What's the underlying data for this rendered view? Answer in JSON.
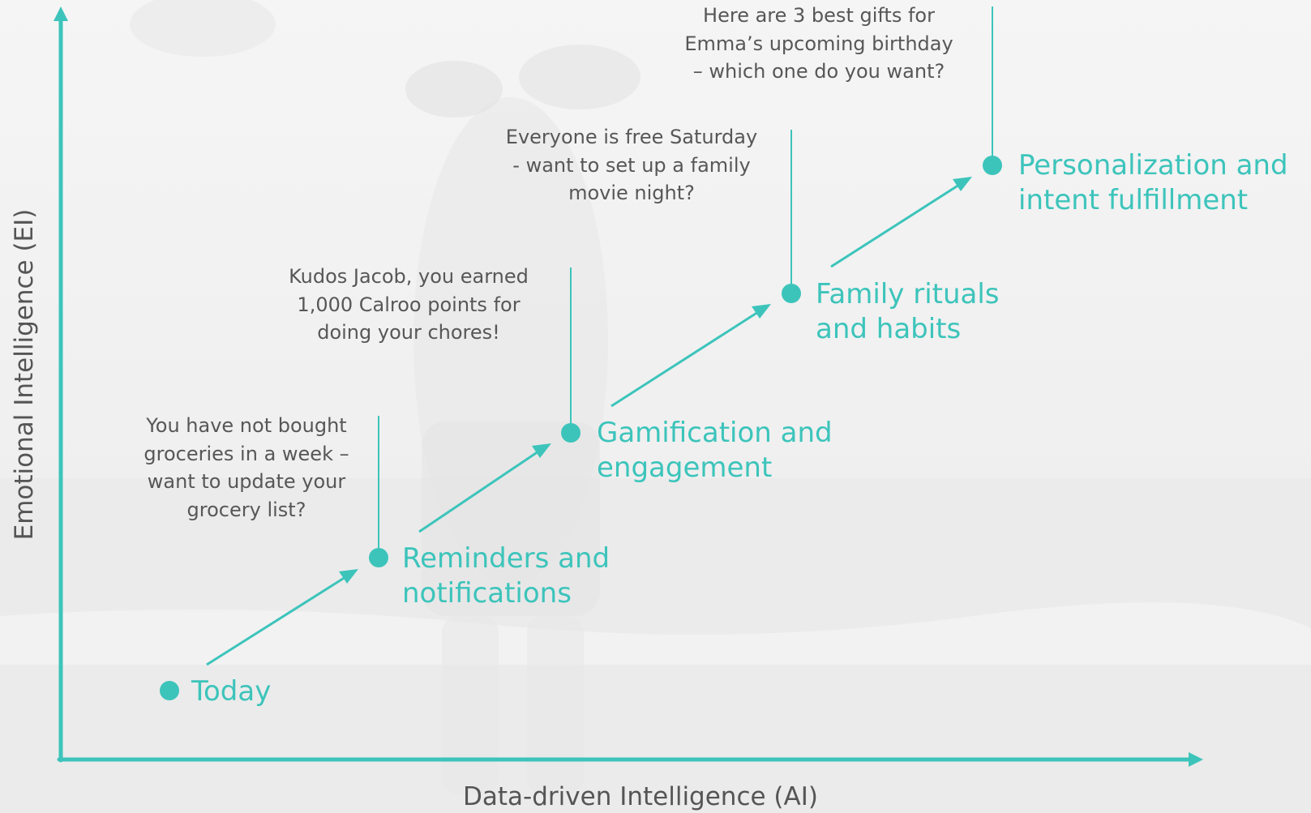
{
  "colors": {
    "accent": "#3cc4bb",
    "text": "#575757",
    "background": "#f2f2f2"
  },
  "axes": {
    "y_title": "Emotional Intelligence (EI)",
    "x_title": "Data-driven Intelligence (AI)"
  },
  "stages": [
    {
      "label": "Today"
    },
    {
      "label": "Reminders and\nnotifications"
    },
    {
      "label": "Gamification and\nengagement"
    },
    {
      "label": "Family rituals\nand habits"
    },
    {
      "label": "Personalization and\nintent fulfillment"
    }
  ],
  "callouts": [
    {
      "text": "You have not bought\ngroceries in a week –\nwant to update your\ngrocery list?"
    },
    {
      "text": "Kudos Jacob, you earned\n1,000 Calroo points for\ndoing your chores!"
    },
    {
      "text": "Everyone is free Saturday\n- want to set up a family\nmovie night?"
    },
    {
      "text": "Here are 3 best gifts for\nEmma’s upcoming birthday\n– which one do you want?"
    }
  ]
}
